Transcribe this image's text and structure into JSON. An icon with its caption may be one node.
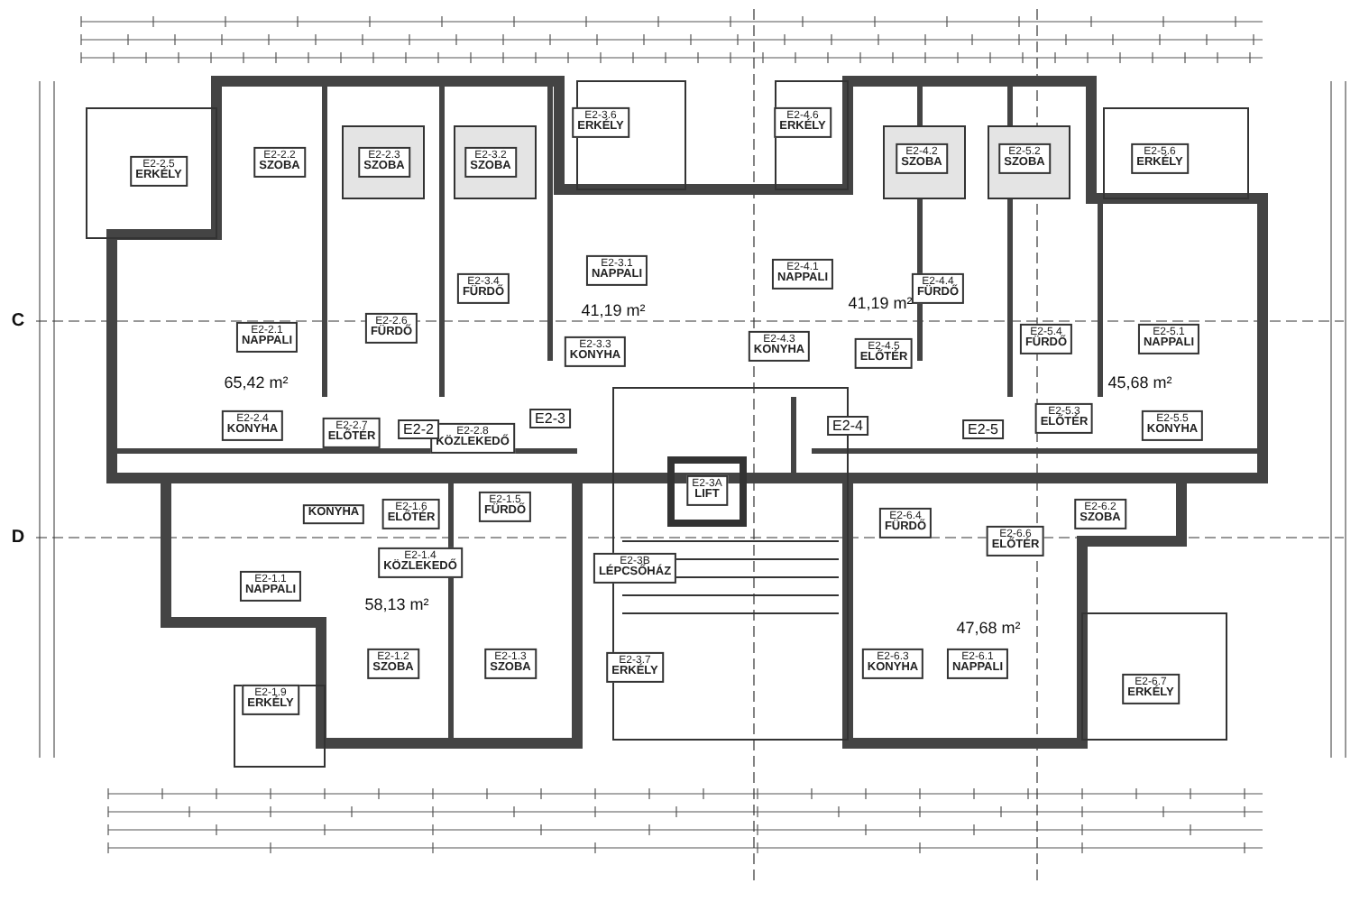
{
  "diagram": {
    "nodes": [
      {
        "text": [
          "E2-2.5",
          "ERKÉLY"
        ]
      },
      {
        "text": [
          "E2-2.2",
          "SZOBA"
        ]
      },
      {
        "text": [
          "E2-2.3",
          "SZOBA"
        ]
      },
      {
        "text": [
          "E2-3.2",
          "SZOBA"
        ]
      },
      {
        "text": [
          "E2-3.6",
          "ERKÉLY"
        ]
      },
      {
        "text": [
          "E2-4.6",
          "ERKÉLY"
        ]
      },
      {
        "text": [
          "E2-4.2",
          "SZOBA"
        ]
      },
      {
        "text": [
          "E2-5.2",
          "SZOBA"
        ]
      },
      {
        "text": [
          "E2-5.6",
          "ERKÉLY"
        ]
      },
      {
        "text": [
          "E2-3.1",
          "NAPPALI"
        ]
      },
      {
        "text": [
          "E2-4.1",
          "NAPPALI"
        ]
      },
      {
        "text": [
          "E2-2.6",
          "FÜRDŐ"
        ]
      },
      {
        "text": [
          "E2-3.4",
          "FÜRDŐ"
        ]
      },
      {
        "text": [
          "E2-4.4",
          "FÜRDŐ"
        ]
      },
      {
        "text": [
          "E2-5.4",
          "FÜRDŐ"
        ]
      },
      {
        "text": [
          "E2-2.1",
          "NAPPALI"
        ]
      },
      {
        "text": [
          "E2-3.3",
          "KONYHA"
        ]
      },
      {
        "text": [
          "E2-4.3",
          "KONYHA"
        ]
      },
      {
        "text": [
          "E2-4.5",
          "ELŐTÉR"
        ]
      },
      {
        "text": [
          "E2-5.1",
          "NAPPALI"
        ]
      },
      {
        "text": [
          "E2-2.4",
          "KONYHA"
        ]
      },
      {
        "text": [
          "E2-2.7",
          "ELŐTÉR"
        ]
      },
      {
        "text": [
          "E2-2.8",
          "KÖZLEKEDŐ"
        ]
      },
      {
        "text": [
          "E2-5.3",
          "ELŐTÉR"
        ]
      },
      {
        "text": [
          "E2-5.5",
          "KONYHA"
        ]
      },
      {
        "text": [
          "E2-3A",
          "LIFT"
        ]
      },
      {
        "text": [
          "KONYHA"
        ]
      },
      {
        "text": [
          "E2-1.6",
          "ELŐTÉR"
        ]
      },
      {
        "text": [
          "E2-1.5",
          "FÜRDŐ"
        ]
      },
      {
        "text": [
          "E2-1.4",
          "KÖZLEKEDŐ"
        ]
      },
      {
        "text": [
          "E2-1.1",
          "NAPPALI"
        ]
      },
      {
        "text": [
          "E2-3B",
          "LÉPCSŐHÁZ"
        ]
      },
      {
        "text": [
          "E2-6.4",
          "FÜRDŐ"
        ]
      },
      {
        "text": [
          "E2-6.6",
          "ELŐTÉR"
        ]
      },
      {
        "text": [
          "E2-6.2",
          "SZOBA"
        ]
      },
      {
        "text": [
          "E2-6.3",
          "KONYHA"
        ]
      },
      {
        "text": [
          "E2-6.1",
          "NAPPALI"
        ]
      },
      {
        "text": [
          "E2-1.2",
          "SZOBA"
        ]
      },
      {
        "text": [
          "E2-1.3",
          "SZOBA"
        ]
      },
      {
        "text": [
          "E2-1.9",
          "ERKÉLY"
        ]
      },
      {
        "text": [
          "E2-3.7",
          "ERKÉLY"
        ]
      },
      {
        "text": [
          "E2-6.7",
          "ERKÉLY"
        ]
      }
    ],
    "labels": [
      "C",
      "41,19 m²",
      "41,19 m²",
      "65,42 m²",
      "45,68 m²",
      "E2-2",
      "E2-3",
      "E2-4",
      "E2-5",
      "D",
      "58,13 m²",
      "47,68 m²"
    ]
  }
}
